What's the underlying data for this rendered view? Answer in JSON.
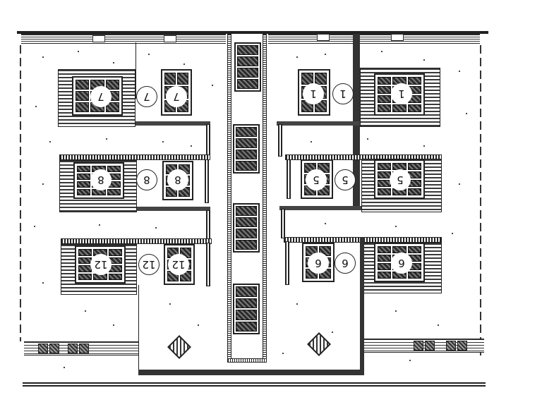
{
  "drawing": {
    "type": "architectural-front-elevation",
    "orientation": "rotated-180",
    "style": "hand-drawn scanned sketch",
    "colors": {
      "ink": "#222222",
      "paper": "#ffffff",
      "glass_hatch": "#2a2a2a"
    }
  },
  "floors": [
    {
      "level": "top-row",
      "labels": {
        "left_big": "7",
        "left_circle": "7",
        "left_small": "7",
        "right_small": "1",
        "right_circle": "1",
        "right_big": "1"
      }
    },
    {
      "level": "middle-row",
      "labels": {
        "left_big": "8",
        "left_circle": "8",
        "left_small": "8",
        "right_small": "5",
        "right_circle": "5",
        "right_big": "5"
      }
    },
    {
      "level": "bottom-row",
      "labels": {
        "left_big": "12",
        "left_circle": "12",
        "left_small": "12",
        "right_small": "6",
        "right_circle": "6",
        "right_big": "6"
      }
    }
  ],
  "stair_core": {
    "window_groups": 4
  },
  "ornaments": {
    "diamonds": 2,
    "band_mini_windows_left": 4,
    "band_mini_windows_right": 4
  }
}
